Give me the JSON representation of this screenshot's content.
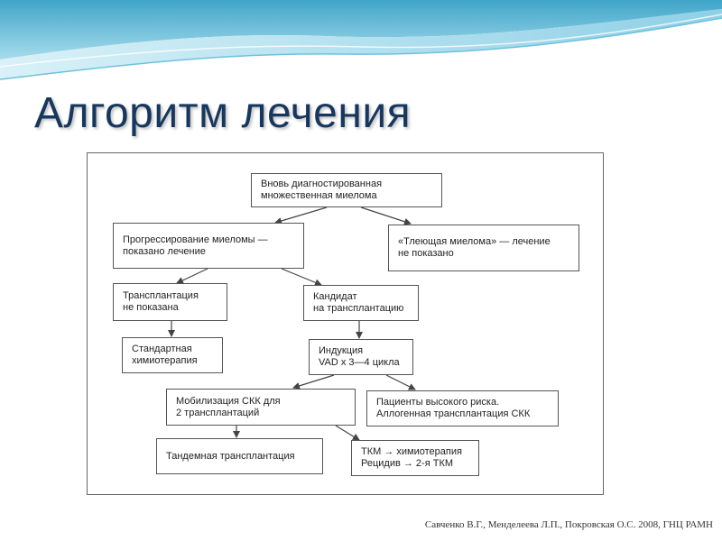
{
  "slide": {
    "title": "Алгоритм лечения",
    "citation": "Савченко В.Г., Менделеева Л.П., Покровская О.С. 2008, ГНЦ РАМН"
  },
  "diagram": {
    "boxes": {
      "newly_diagnosed": [
        "Вновь диагностированная",
        "множественная миелома"
      ],
      "progression": [
        "Прогрессирование миеломы —",
        "показано лечение"
      ],
      "smoldering": [
        "«Тлеющая миелома» — лечение",
        "не показано"
      ],
      "transplant_not_indicated": [
        "Трансплантация",
        "не показана"
      ],
      "transplant_candidate": [
        "Кандидат",
        "на трансплантацию"
      ],
      "standard_chemo": [
        "Стандартная",
        "химиотерапия"
      ],
      "induction": [
        "Индукция",
        "VAD x 3—4 цикла"
      ],
      "mobilization": [
        "Мобилизация СКК для",
        "2 трансплантаций"
      ],
      "high_risk": [
        "Пациенты высокого риска.",
        "Аллогенная трансплантация СКК"
      ],
      "tandem": [
        "Тандемная трансплантация"
      ],
      "tkm": [
        "ТКМ → химиотерапия",
        "Рецидив → 2-я ТКМ"
      ]
    }
  }
}
